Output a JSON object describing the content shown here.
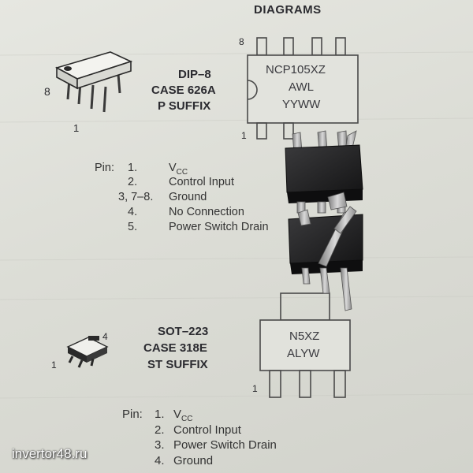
{
  "header": {
    "title": "DIAGRAMS"
  },
  "dip8": {
    "package_lines": [
      "DIP–8",
      "CASE 626A",
      "P SUFFIX"
    ],
    "pin8_label": "8",
    "pin1_label": "1",
    "marking_pin8": "8",
    "marking_pin1": "1",
    "marking": [
      "NCP105XZ",
      "AWL",
      "YYWW"
    ],
    "pins_title": "Pin:",
    "pins": [
      {
        "num": "1.",
        "name": "V",
        "sub": "CC"
      },
      {
        "num": "2.",
        "name": "Control Input",
        "sub": ""
      },
      {
        "num": "3, 7–8.",
        "name": "Ground",
        "sub": ""
      },
      {
        "num": "4.",
        "name": "No Connection",
        "sub": ""
      },
      {
        "num": "5.",
        "name": "Power Switch Drain",
        "sub": ""
      }
    ]
  },
  "sot223": {
    "package_lines": [
      "SOT–223",
      "CASE 318E",
      "ST SUFFIX"
    ],
    "pin4_label": "4",
    "pin1_label": "1",
    "marking_pin1": "1",
    "marking": [
      "N5XZ",
      "ALYW"
    ],
    "pins_title": "Pin:",
    "pins": [
      {
        "num": "1.",
        "name": "V",
        "sub": "CC"
      },
      {
        "num": "2.",
        "name": "Control Input",
        "sub": ""
      },
      {
        "num": "3.",
        "name": "Power Switch Drain",
        "sub": ""
      },
      {
        "num": "4.",
        "name": "Ground",
        "sub": ""
      }
    ]
  },
  "watermark": "invertor48.ru",
  "colors": {
    "paper": "#dedfd9",
    "ink": "#2a2a2e",
    "chip": "#1c1c1e",
    "lead": "#a9a9a9"
  }
}
